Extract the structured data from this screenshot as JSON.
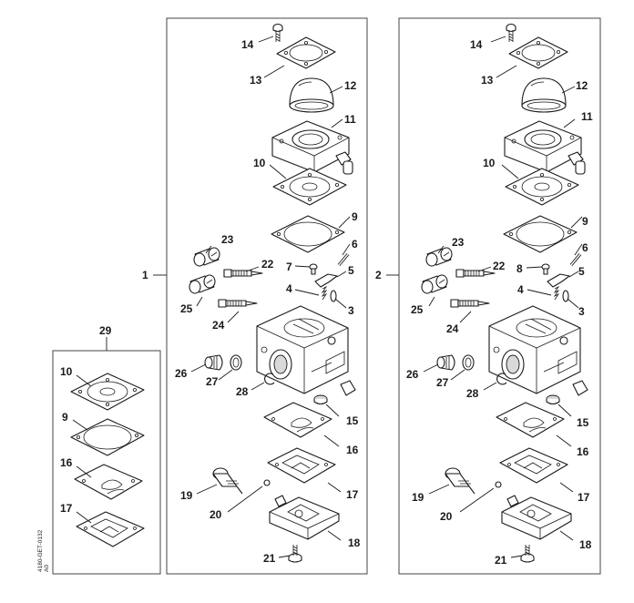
{
  "panels": {
    "left": {
      "assembly_number": "1",
      "callouts": [
        "14",
        "13",
        "12",
        "11",
        "10",
        "9",
        "6",
        "7",
        "5",
        "4",
        "3",
        "23",
        "22",
        "25",
        "24",
        "26",
        "27",
        "28",
        "15",
        "16",
        "17",
        "18",
        "19",
        "20",
        "21"
      ]
    },
    "right": {
      "assembly_number": "2",
      "callouts": [
        "14",
        "13",
        "12",
        "11",
        "10",
        "9",
        "6",
        "8",
        "5",
        "4",
        "3",
        "23",
        "22",
        "25",
        "24",
        "26",
        "27",
        "28",
        "15",
        "16",
        "17",
        "18",
        "19",
        "20",
        "21"
      ]
    },
    "kit": {
      "kit_number": "29",
      "callouts": [
        "10",
        "9",
        "16",
        "17"
      ]
    }
  },
  "drawing_code": "4180-GET-0132",
  "drawing_code_sub": "A0"
}
